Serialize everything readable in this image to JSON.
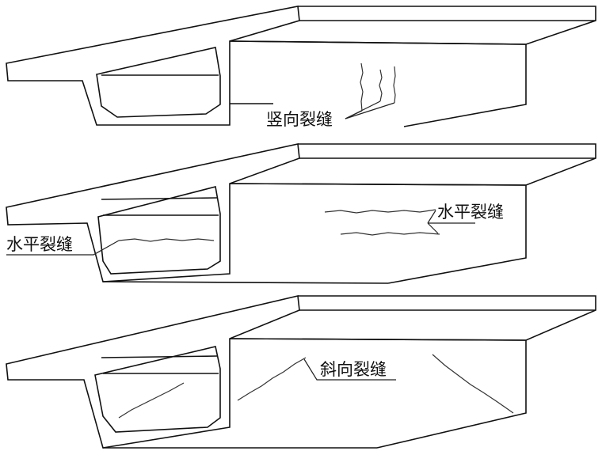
{
  "panels": [
    {
      "id": "vertical",
      "label": "竖向裂缝"
    },
    {
      "id": "horizontal",
      "labels": [
        "水平裂缝",
        "水平裂缝"
      ]
    },
    {
      "id": "diagonal",
      "label": "斜向裂缝"
    }
  ],
  "colors": {
    "line": "#111111",
    "crack": "#333333",
    "background": "#ffffff"
  }
}
